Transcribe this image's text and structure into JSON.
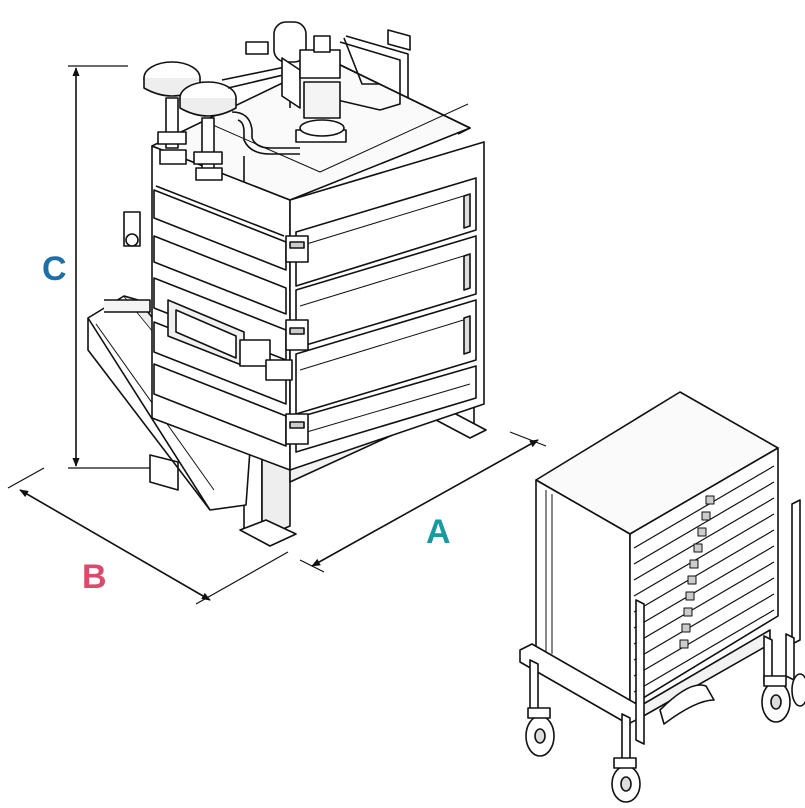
{
  "dimensions": {
    "a": {
      "label": "A",
      "color": "#1a9aa0"
    },
    "b": {
      "label": "B",
      "color": "#d94a6b"
    },
    "c": {
      "label": "C",
      "color": "#1e6fa8"
    }
  },
  "colors": {
    "line": "#111111",
    "fill": "#ffffff",
    "shade": "#e9e9e9"
  }
}
